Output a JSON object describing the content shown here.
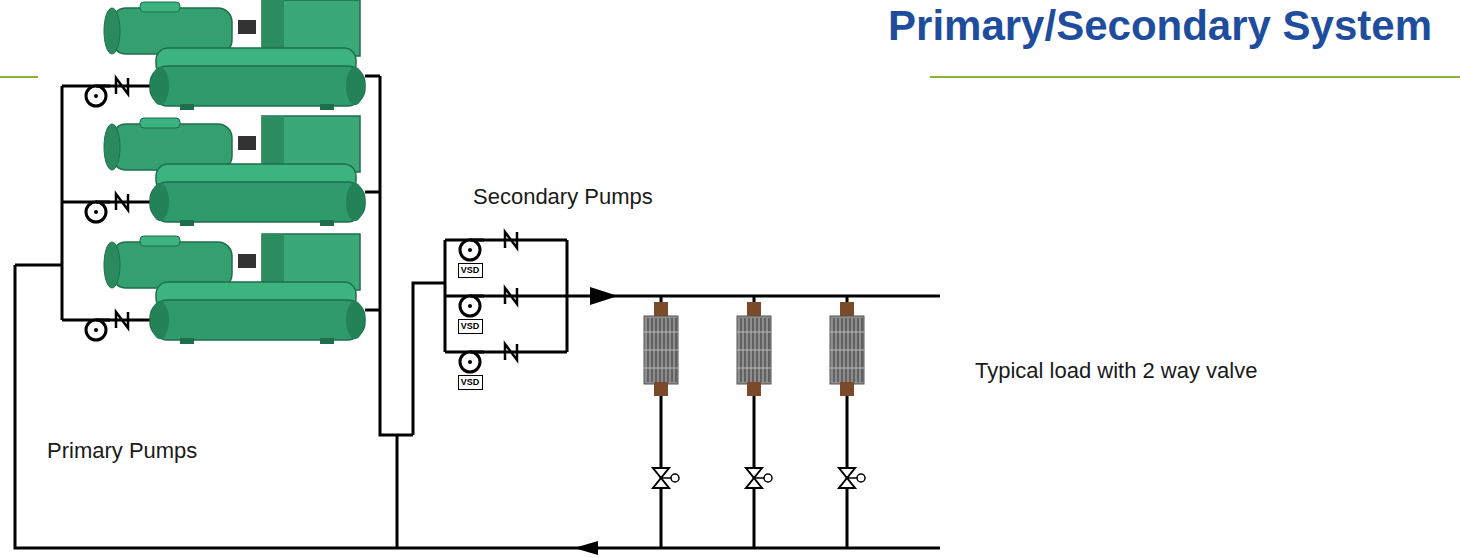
{
  "diagram": {
    "title": "Primary/Secondary System",
    "nodes": [
      {
        "text": [
          "VSD"
        ]
      },
      {
        "text": [
          "VSD"
        ]
      },
      {
        "text": [
          "VSD"
        ]
      }
    ],
    "labels": [
      "Secondary Pumps",
      "Typical load with 2 way valve",
      "Primary Pumps"
    ]
  }
}
